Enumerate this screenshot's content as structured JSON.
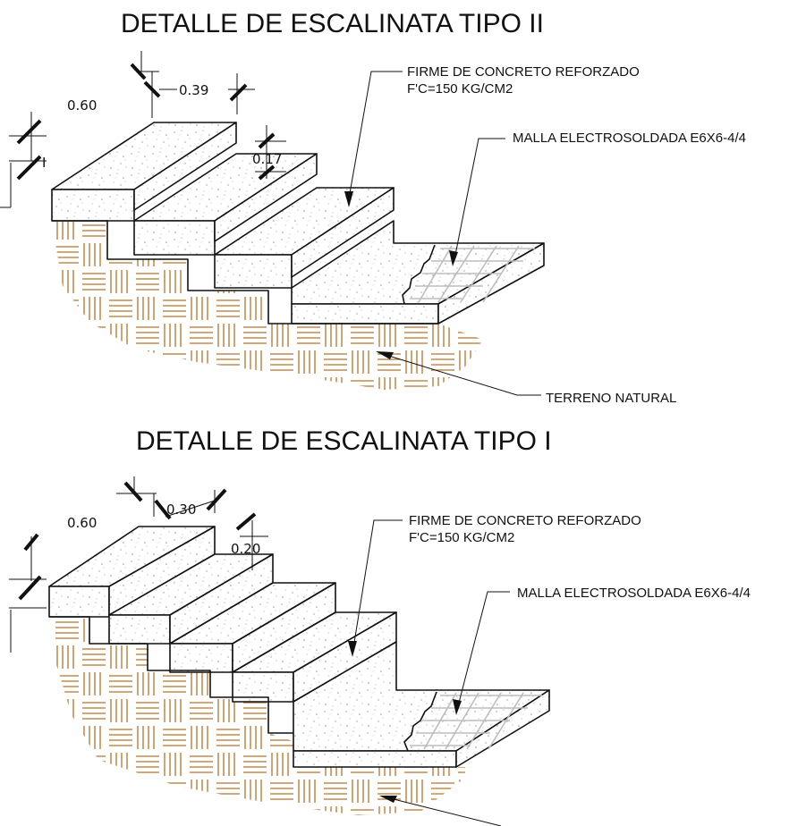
{
  "tipo_ii": {
    "title": "DETALLE DE ESCALINATA TIPO II",
    "dim_width": "0.60",
    "dim_tread": "0.39",
    "dim_riser": "0.17",
    "dim_thickness": "I",
    "callout_concrete_line1": "FIRME DE CONCRETO REFORZADO",
    "callout_concrete_line2": "F'C=150 KG/CM2",
    "callout_mesh": "MALLA ELECTROSOLDADA E6X6-4/4",
    "callout_ground": "TERRENO NATURAL"
  },
  "tipo_i": {
    "title": "DETALLE DE ESCALINATA TIPO I",
    "dim_width": "0.60",
    "dim_tread": "0.30",
    "dim_riser": "0.20",
    "callout_concrete_line1": "FIRME DE CONCRETO REFORZADO",
    "callout_concrete_line2": "F'C=150 KG/CM2",
    "callout_mesh": "MALLA ELECTROSOLDADA E6X6-4/4"
  },
  "colors": {
    "soil": "#b8742a",
    "line": "#111111",
    "mesh": "#bdbdbd"
  }
}
